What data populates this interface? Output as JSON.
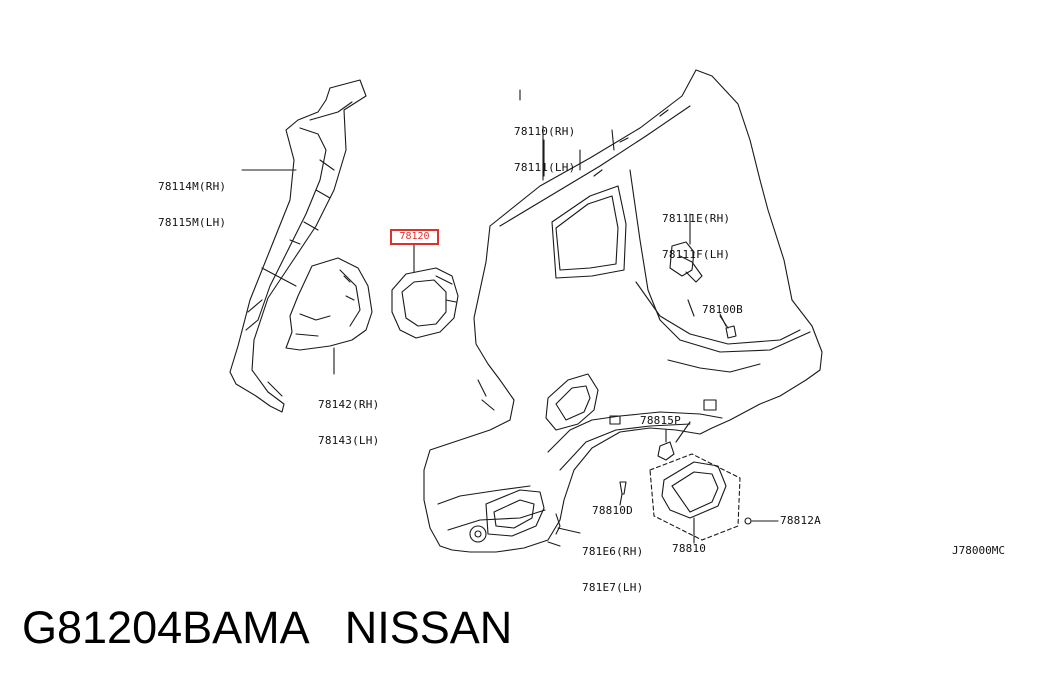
{
  "labels": {
    "l78110": [
      "78110(RH)",
      "78111(LH)"
    ],
    "l78114": [
      "78114M(RH)",
      "78115M(LH)"
    ],
    "l78120": "78120",
    "l78111e": [
      "78111E(RH)",
      "78111F(LH)"
    ],
    "l78100b": "78100B",
    "l78142": [
      "78142(RH)",
      "78143(LH)"
    ],
    "l78815p": "78815P",
    "l78810d": "78810D",
    "l781e6": [
      "781E6(RH)",
      "781E7(LH)"
    ],
    "l78810": "78810",
    "l78812a": "78812A"
  },
  "diagram_code": "J78000MC",
  "caption": {
    "part_number": "G81204BAMA",
    "brand": "NISSAN"
  },
  "colors": {
    "line": "#1a1a1a",
    "highlight": "#e0302a"
  }
}
